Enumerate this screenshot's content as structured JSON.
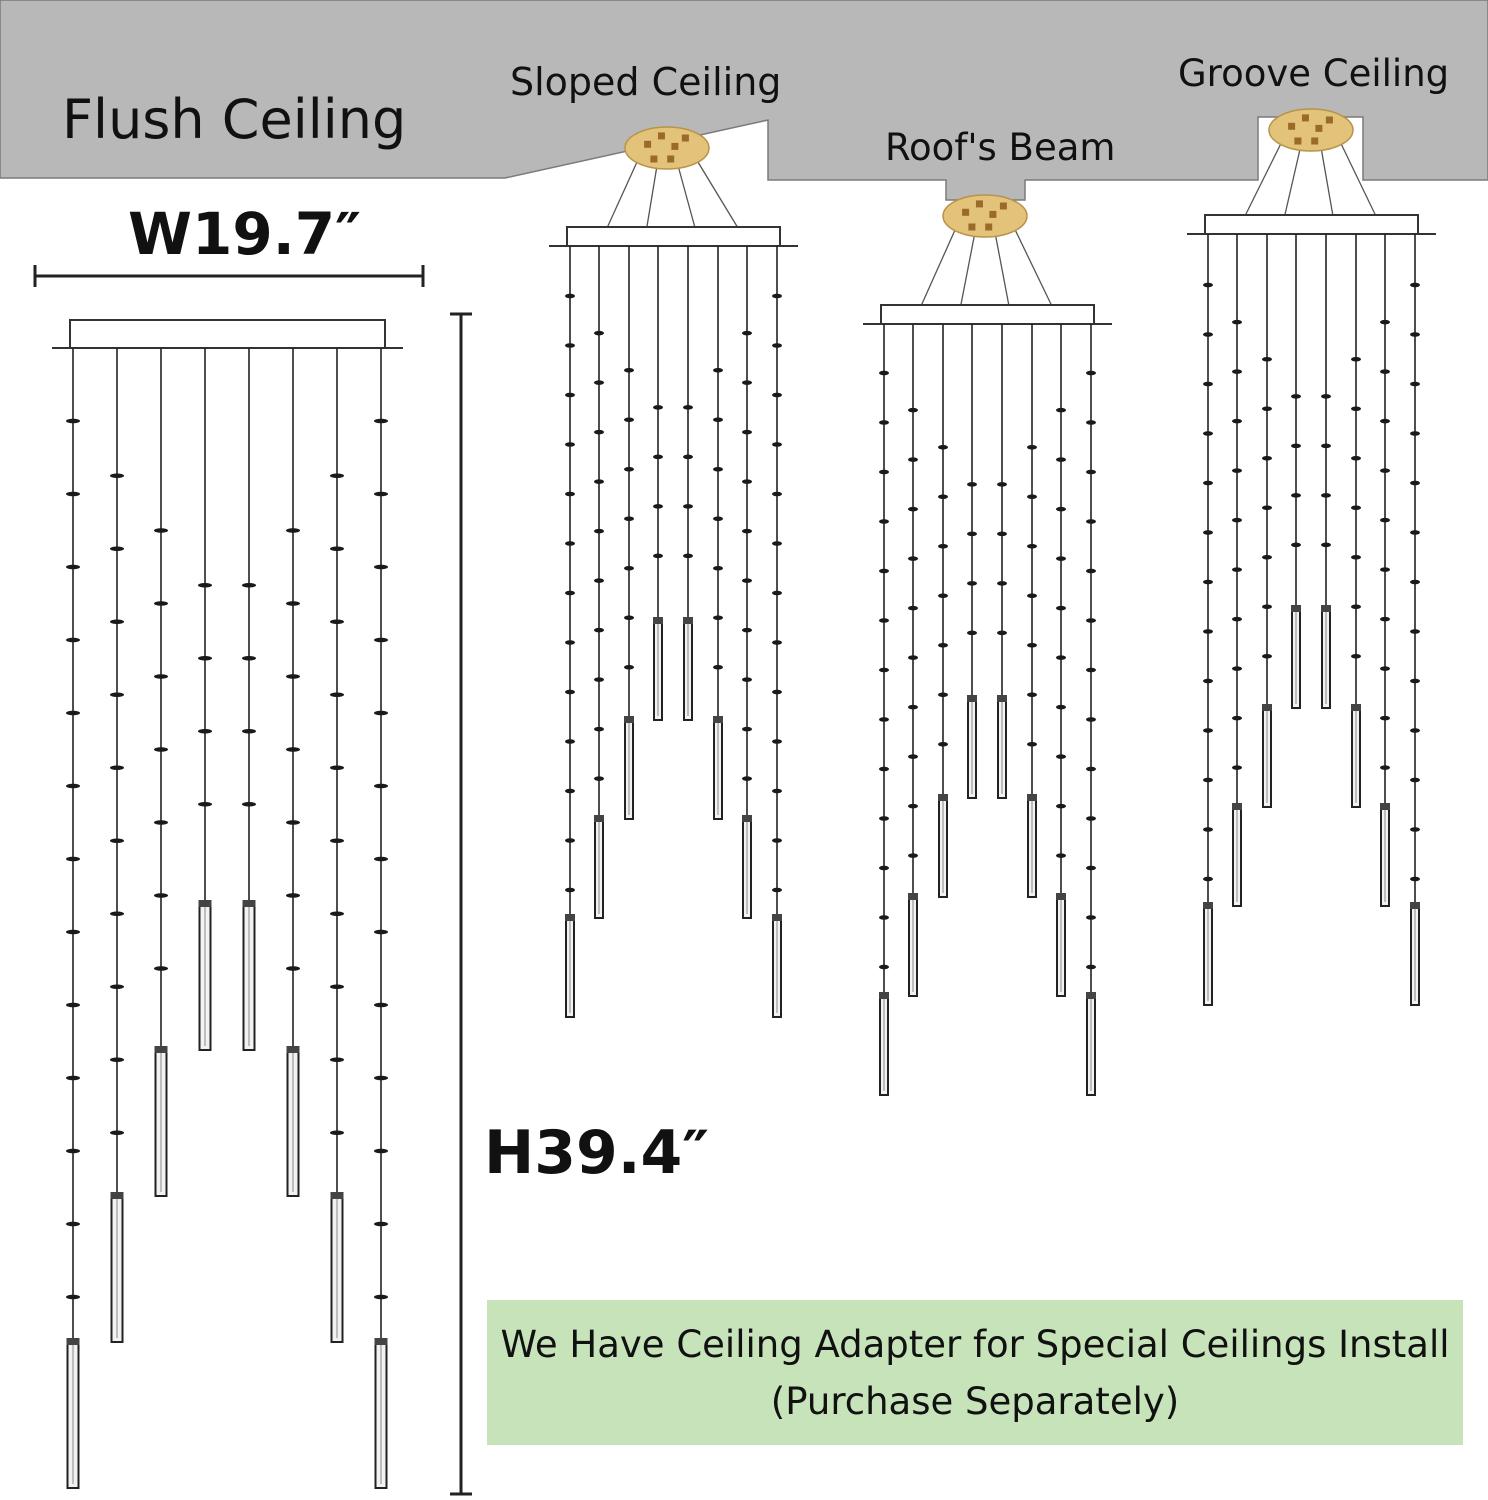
{
  "labels": {
    "flush_ceiling": "Flush Ceiling",
    "sloped_ceiling": "Sloped Ceiling",
    "roofs_beam": "Roof's Beam",
    "groove_ceiling": "Groove Ceiling"
  },
  "dimensions": {
    "width": "W19.7″",
    "height": "H39.4″"
  },
  "note": {
    "line1": "We Have Ceiling Adapter for Special Ceilings Install",
    "line2": "(Purchase Separately)"
  },
  "colors": {
    "ceiling": "#b8b8b8",
    "canopy_gold": "#e3c27a",
    "note_background": "#c6e3ba",
    "line": "#222222"
  }
}
